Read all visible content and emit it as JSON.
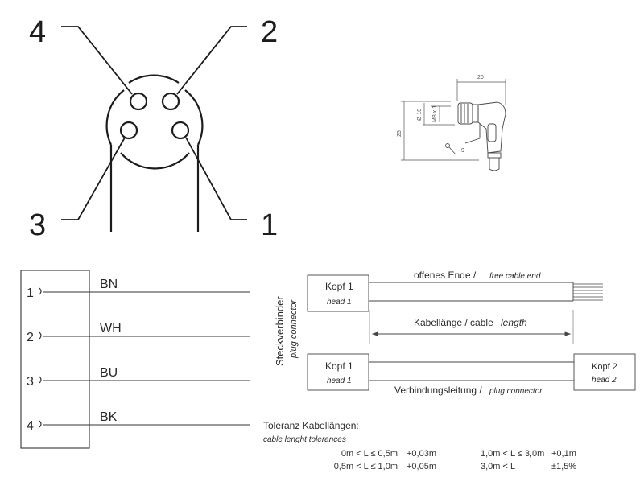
{
  "pin_face": {
    "pin_labels": [
      "4",
      "2",
      "3",
      "1"
    ]
  },
  "dimension_drawing": {
    "width": "20",
    "height": "25",
    "diameter": "Ø 10",
    "thread": "M8 x 1",
    "wrench_size": "9"
  },
  "wiring": {
    "pins": [
      {
        "number": "1",
        "color_code": "BN"
      },
      {
        "number": "2",
        "color_code": "WH"
      },
      {
        "number": "3",
        "color_code": "BU"
      },
      {
        "number": "4",
        "color_code": "BK"
      }
    ]
  },
  "cable_diagram": {
    "side_label_de": "Steckverbinder",
    "side_label_en": "plug connector",
    "head1_de": "Kopf 1",
    "head1_en": "head 1",
    "head2_de": "Kopf 2",
    "head2_en": "head 2",
    "free_end_de": "offenes Ende /",
    "free_end_en": "free cable end",
    "length_de": "Kabellänge / cable",
    "length_en": "length",
    "connection_de": "Verbindungsleitung /",
    "connection_en": "plug connector"
  },
  "tolerances": {
    "title_de": "Toleranz Kabellängen:",
    "title_en": "cable lenght tolerances",
    "rows": [
      {
        "range": "0m < L ≤ 0,5m",
        "tol": "+0,03m",
        "range2": "1,0m < L ≤ 3,0m",
        "tol2": "+0,1m"
      },
      {
        "range": "0,5m < L ≤ 1,0m",
        "tol": "+0,05m",
        "range2": "3,0m < L",
        "tol2": "±1,5%"
      }
    ]
  }
}
